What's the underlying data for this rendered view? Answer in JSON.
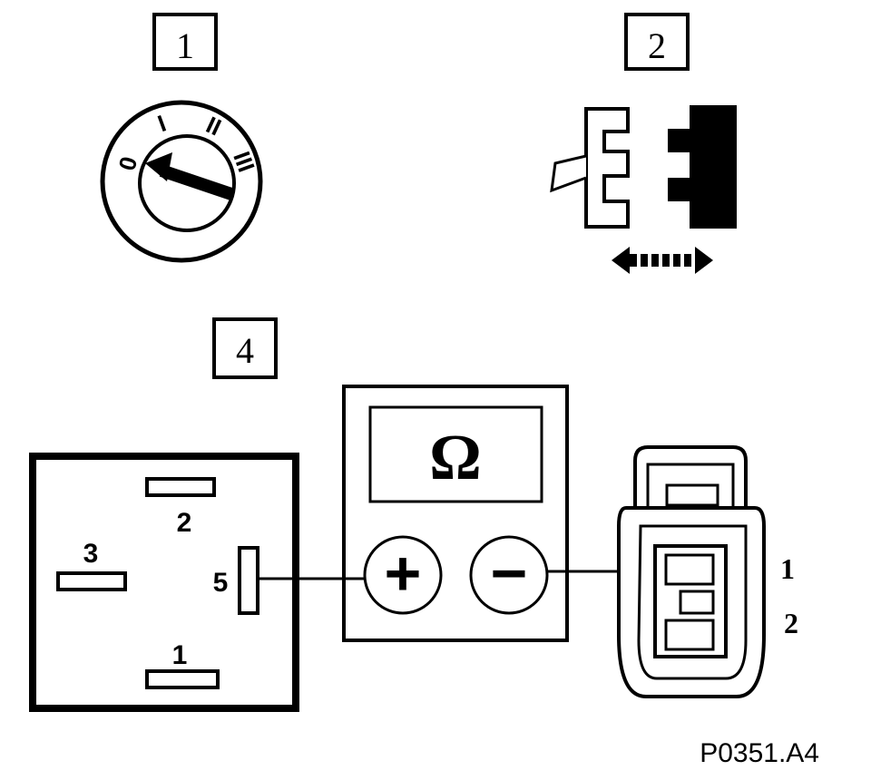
{
  "steps": {
    "step1_label": "1",
    "step2_label": "2",
    "step4_label": "4"
  },
  "ignition": {
    "position_0": "0",
    "position_1": "I",
    "position_2": "II",
    "position_3": "III"
  },
  "meter": {
    "symbol": "Ω",
    "plus_symbol": "+",
    "minus_symbol": "−"
  },
  "relay": {
    "pin_1": "1",
    "pin_2": "2",
    "pin_3": "3",
    "pin_5": "5"
  },
  "connector": {
    "pin_1": "1",
    "pin_2": "2"
  },
  "figure_code": "P0351.A4",
  "colors": {
    "ink": "#000000",
    "paper": "#ffffff"
  }
}
